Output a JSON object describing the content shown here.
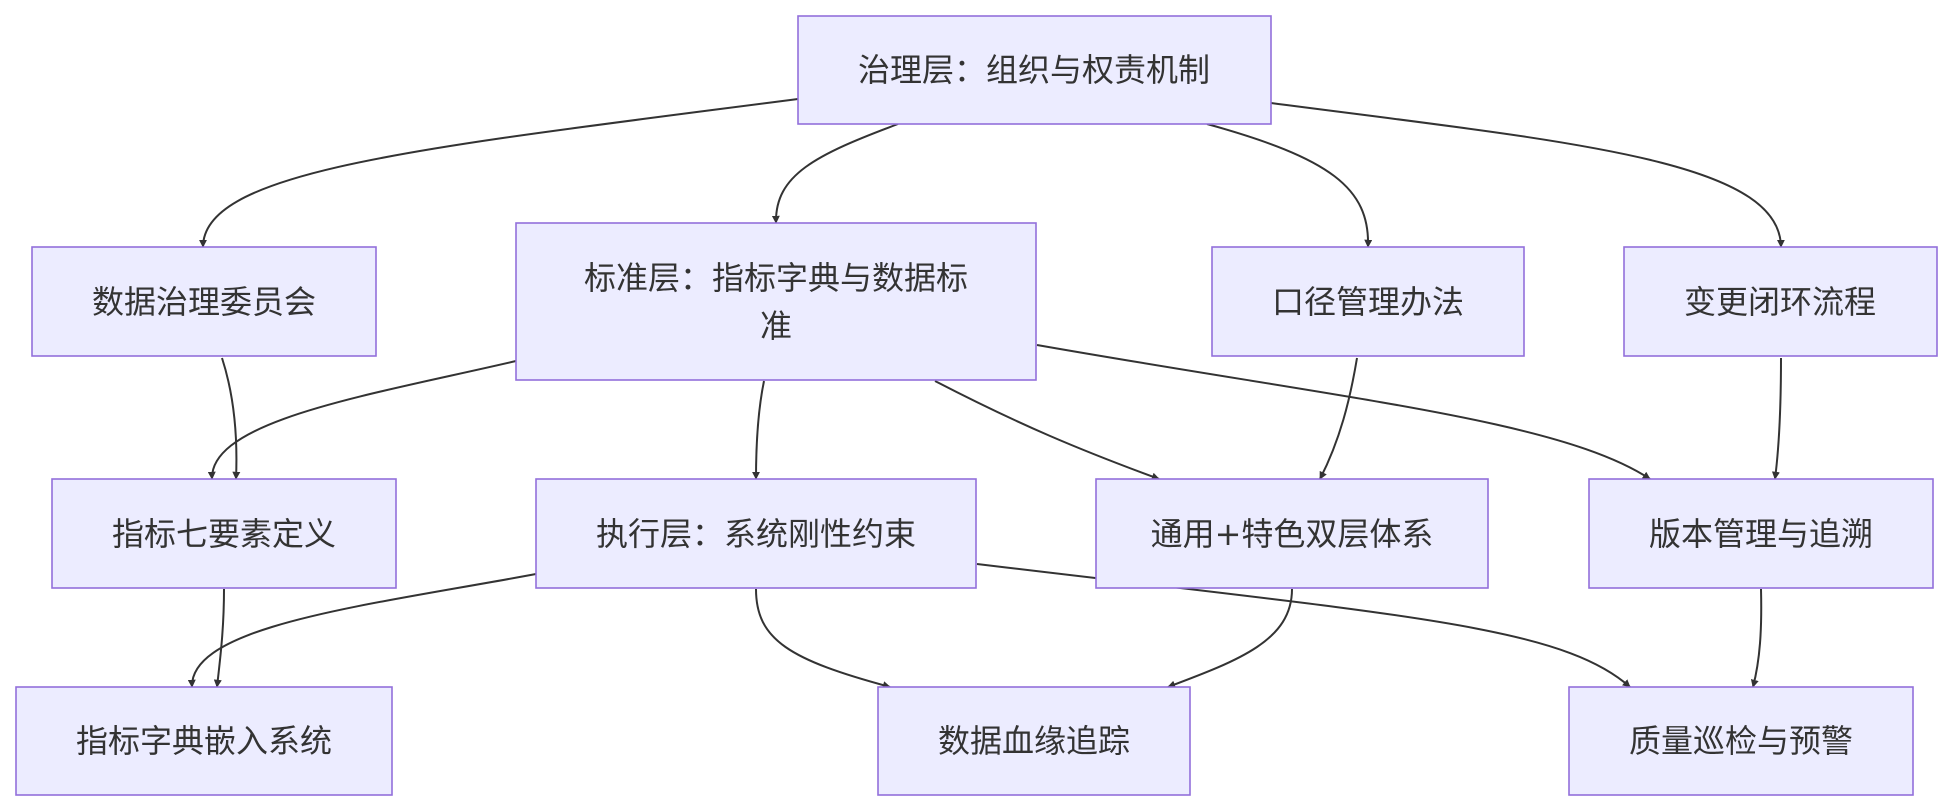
{
  "colors": {
    "node_fill": "#ECECFF",
    "node_stroke": "#9370DB",
    "edge": "#333333",
    "text": "#333333"
  },
  "nodes": {
    "governance": "治理层：组织与权责机制",
    "committee": "数据治理委员会",
    "standard_line1": "标准层：指标字典与数据标",
    "standard_line2": "准",
    "caliber": "口径管理办法",
    "change": "变更闭环流程",
    "seven": "指标七要素定义",
    "execution": "执行层：系统刚性约束",
    "twolayer": "通用+特色双层体系",
    "version": "版本管理与追溯",
    "embed": "指标字典嵌入系统",
    "lineage": "数据血缘追踪",
    "quality": "质量巡检与预警"
  }
}
